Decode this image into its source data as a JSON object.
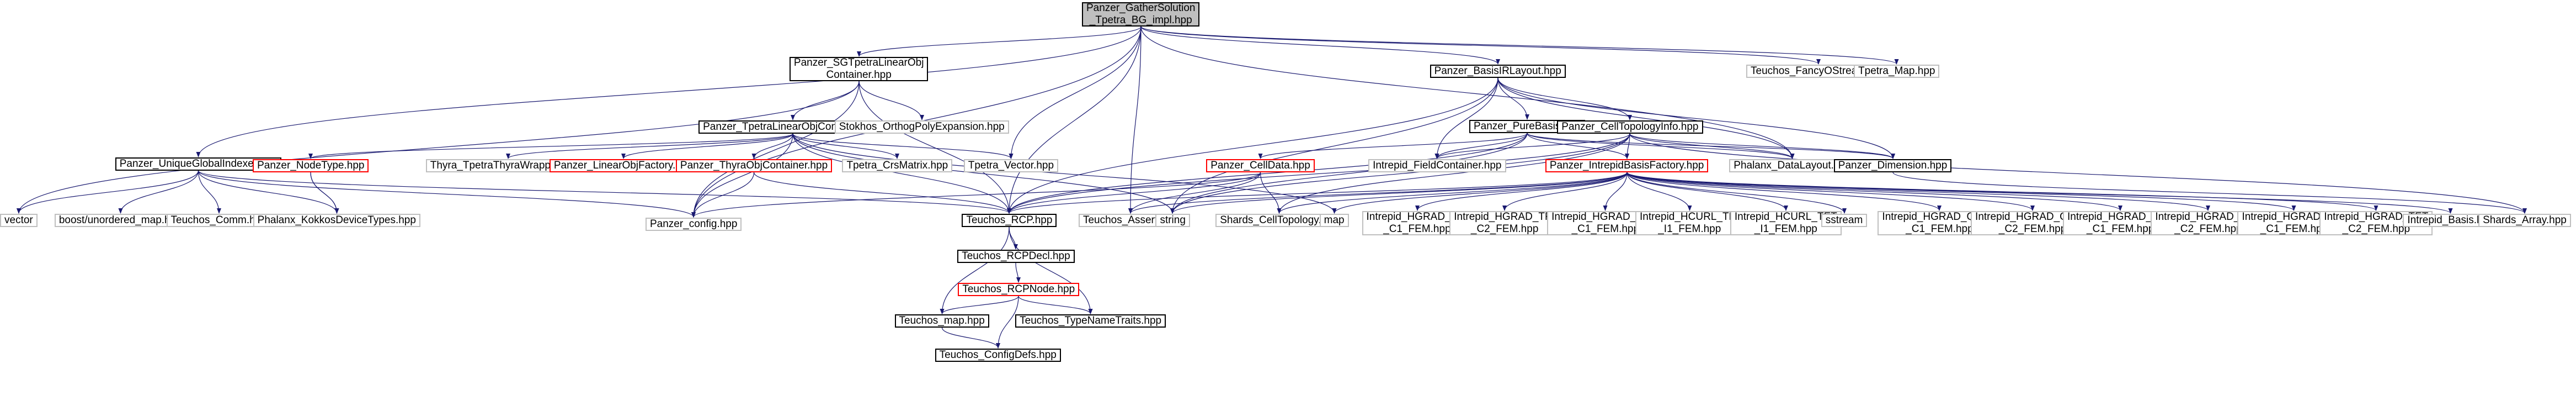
{
  "diagram": {
    "colors": {
      "edge": "#191970",
      "root_fill": "#bfbfbf",
      "documented_border": "#000000",
      "truncated_border": "#ff0000",
      "external_border": "#bfbfbf"
    },
    "nodes": [
      {
        "id": "root",
        "lines": [
          "Panzer_GatherSolution",
          "_Tpetra_BG_impl.hpp"
        ],
        "kind": "root"
      },
      {
        "id": "ugi",
        "lines": [
          "Panzer_UniqueGlobalIndexer.hpp"
        ],
        "kind": "doc"
      },
      {
        "id": "sgtlo",
        "lines": [
          "Panzer_SGTpetraLinearObj",
          "Container.hpp"
        ],
        "kind": "doc"
      },
      {
        "id": "tloc",
        "lines": [
          "Panzer_TpetraLinearObjContainer.hpp"
        ],
        "kind": "doc"
      },
      {
        "id": "basisir",
        "lines": [
          "Panzer_BasisIRLayout.hpp"
        ],
        "kind": "doc"
      },
      {
        "id": "purebasis",
        "lines": [
          "Panzer_PureBasis.hpp"
        ],
        "kind": "doc"
      },
      {
        "id": "celltop",
        "lines": [
          "Panzer_CellTopologyInfo.hpp"
        ],
        "kind": "doc"
      },
      {
        "id": "fancy",
        "lines": [
          "Teuchos_FancyOStream.hpp"
        ],
        "kind": "ext"
      },
      {
        "id": "tmap",
        "lines": [
          "Tpetra_Map.hpp"
        ],
        "kind": "ext"
      },
      {
        "id": "stokhos",
        "lines": [
          "Stokhos_OrthogPolyExpansion.hpp"
        ],
        "kind": "ext"
      },
      {
        "id": "nodetype",
        "lines": [
          "Panzer_NodeType.hpp"
        ],
        "kind": "red"
      },
      {
        "id": "thyra",
        "lines": [
          "Thyra_TpetraThyraWrappers.hpp"
        ],
        "kind": "ext"
      },
      {
        "id": "lofactory",
        "lines": [
          "Panzer_LinearObjFactory.hpp"
        ],
        "kind": "red"
      },
      {
        "id": "thyraobj",
        "lines": [
          "Panzer_ThyraObjContainer.hpp"
        ],
        "kind": "red"
      },
      {
        "id": "crsmatrix",
        "lines": [
          "Tpetra_CrsMatrix.hpp"
        ],
        "kind": "ext"
      },
      {
        "id": "tvector",
        "lines": [
          "Tpetra_Vector.hpp"
        ],
        "kind": "ext"
      },
      {
        "id": "celldata",
        "lines": [
          "Panzer_CellData.hpp"
        ],
        "kind": "red"
      },
      {
        "id": "fieldcont",
        "lines": [
          "Intrepid_FieldContainer.hpp"
        ],
        "kind": "ext"
      },
      {
        "id": "intrfactory",
        "lines": [
          "Panzer_IntrepidBasisFactory.hpp"
        ],
        "kind": "red"
      },
      {
        "id": "phxlayout",
        "lines": [
          "Phalanx_DataLayout.hpp"
        ],
        "kind": "ext"
      },
      {
        "id": "dimension",
        "lines": [
          "Panzer_Dimension.hpp"
        ],
        "kind": "doc"
      },
      {
        "id": "vector",
        "lines": [
          "vector"
        ],
        "kind": "ext"
      },
      {
        "id": "boostmap",
        "lines": [
          "boost/unordered_map.hpp"
        ],
        "kind": "ext"
      },
      {
        "id": "comm",
        "lines": [
          "Teuchos_Comm.hpp"
        ],
        "kind": "ext"
      },
      {
        "id": "kokkos",
        "lines": [
          "Phalanx_KokkosDeviceTypes.hpp"
        ],
        "kind": "ext"
      },
      {
        "id": "config",
        "lines": [
          "Panzer_config.hpp"
        ],
        "kind": "ext"
      },
      {
        "id": "rcp",
        "lines": [
          "Teuchos_RCP.hpp"
        ],
        "kind": "doc"
      },
      {
        "id": "assert",
        "lines": [
          "Teuchos_Assert.hpp"
        ],
        "kind": "ext"
      },
      {
        "id": "string",
        "lines": [
          "string"
        ],
        "kind": "ext"
      },
      {
        "id": "shardstop",
        "lines": [
          "Shards_CellTopology.hpp"
        ],
        "kind": "ext"
      },
      {
        "id": "map",
        "lines": [
          "map"
        ],
        "kind": "ext"
      },
      {
        "id": "tric1",
        "lines": [
          "Intrepid_HGRAD_TRI",
          "_C1_FEM.hpp"
        ],
        "kind": "ext"
      },
      {
        "id": "tric2",
        "lines": [
          "Intrepid_HGRAD_TRI",
          "_C2_FEM.hpp"
        ],
        "kind": "ext"
      },
      {
        "id": "linec1",
        "lines": [
          "Intrepid_HGRAD_LINE",
          "_C1_FEM.hpp"
        ],
        "kind": "ext"
      },
      {
        "id": "curltri",
        "lines": [
          "Intrepid_HCURL_TRI",
          "_I1_FEM.hpp"
        ],
        "kind": "ext"
      },
      {
        "id": "curltet",
        "lines": [
          "Intrepid_HCURL_TET",
          "_I1_FEM.hpp"
        ],
        "kind": "ext"
      },
      {
        "id": "sstream",
        "lines": [
          "sstream"
        ],
        "kind": "ext"
      },
      {
        "id": "quadc1",
        "lines": [
          "Intrepid_HGRAD_QUAD",
          "_C1_FEM.hpp"
        ],
        "kind": "ext"
      },
      {
        "id": "quadc2",
        "lines": [
          "Intrepid_HGRAD_QUAD",
          "_C2_FEM.hpp"
        ],
        "kind": "ext"
      },
      {
        "id": "hexc1",
        "lines": [
          "Intrepid_HGRAD_HEX",
          "_C1_FEM.hpp"
        ],
        "kind": "ext"
      },
      {
        "id": "hexc2",
        "lines": [
          "Intrepid_HGRAD_HEX",
          "_C2_FEM.hpp"
        ],
        "kind": "ext"
      },
      {
        "id": "tetc1",
        "lines": [
          "Intrepid_HGRAD_TET",
          "_C1_FEM.hpp"
        ],
        "kind": "ext"
      },
      {
        "id": "tetc2",
        "lines": [
          "Intrepid_HGRAD_TET",
          "_C2_FEM.hpp"
        ],
        "kind": "ext"
      },
      {
        "id": "intrbasis",
        "lines": [
          "Intrepid_Basis.hpp"
        ],
        "kind": "ext"
      },
      {
        "id": "shardsarray",
        "lines": [
          "Shards_Array.hpp"
        ],
        "kind": "ext"
      },
      {
        "id": "rcpdecl",
        "lines": [
          "Teuchos_RCPDecl.hpp"
        ],
        "kind": "doc"
      },
      {
        "id": "rcpnode",
        "lines": [
          "Teuchos_RCPNode.hpp"
        ],
        "kind": "red"
      },
      {
        "id": "tmaphpp",
        "lines": [
          "Teuchos_map.hpp"
        ],
        "kind": "doc"
      },
      {
        "id": "typename",
        "lines": [
          "Teuchos_TypeNameTraits.hpp"
        ],
        "kind": "doc"
      },
      {
        "id": "configdefs",
        "lines": [
          "Teuchos_ConfigDefs.hpp"
        ],
        "kind": "doc"
      }
    ],
    "edges": [
      [
        "root",
        "ugi"
      ],
      [
        "root",
        "sgtlo"
      ],
      [
        "root",
        "basisir"
      ],
      [
        "root",
        "fancy"
      ],
      [
        "root",
        "tmap"
      ],
      [
        "root",
        "tvector"
      ],
      [
        "root",
        "config"
      ],
      [
        "root",
        "rcp"
      ],
      [
        "root",
        "assert"
      ],
      [
        "root",
        "phxlayout"
      ],
      [
        "ugi",
        "vector"
      ],
      [
        "ugi",
        "boostmap"
      ],
      [
        "ugi",
        "comm"
      ],
      [
        "ugi",
        "kokkos"
      ],
      [
        "ugi",
        "rcp"
      ],
      [
        "ugi",
        "config"
      ],
      [
        "sgtlo",
        "tloc"
      ],
      [
        "sgtlo",
        "stokhos"
      ],
      [
        "sgtlo",
        "vector"
      ],
      [
        "sgtlo",
        "rcp"
      ],
      [
        "sgtlo",
        "config"
      ],
      [
        "tloc",
        "nodetype"
      ],
      [
        "tloc",
        "thyra"
      ],
      [
        "tloc",
        "lofactory"
      ],
      [
        "tloc",
        "thyraobj"
      ],
      [
        "tloc",
        "crsmatrix"
      ],
      [
        "tloc",
        "tvector"
      ],
      [
        "tloc",
        "config"
      ],
      [
        "tloc",
        "rcp"
      ],
      [
        "tloc",
        "map"
      ],
      [
        "tloc",
        "string"
      ],
      [
        "nodetype",
        "kokkos"
      ],
      [
        "nodetype",
        "kokkos"
      ],
      [
        "thyraobj",
        "config"
      ],
      [
        "thyraobj",
        "rcp"
      ],
      [
        "basisir",
        "purebasis"
      ],
      [
        "basisir",
        "celltop"
      ],
      [
        "basisir",
        "phxlayout"
      ],
      [
        "basisir",
        "dimension"
      ],
      [
        "basisir",
        "rcp"
      ],
      [
        "basisir",
        "fieldcont"
      ],
      [
        "basisir",
        "string"
      ],
      [
        "purebasis",
        "celldata"
      ],
      [
        "purebasis",
        "fieldcont"
      ],
      [
        "purebasis",
        "intrfactory"
      ],
      [
        "purebasis",
        "phxlayout"
      ],
      [
        "purebasis",
        "rcp"
      ],
      [
        "purebasis",
        "string"
      ],
      [
        "purebasis",
        "dimension"
      ],
      [
        "celltop",
        "fieldcont"
      ],
      [
        "celltop",
        "intrfactory"
      ],
      [
        "celltop",
        "phxlayout"
      ],
      [
        "celltop",
        "dimension"
      ],
      [
        "celltop",
        "shardstop"
      ],
      [
        "celltop",
        "rcp"
      ],
      [
        "celltop",
        "string"
      ],
      [
        "celltop",
        "shardsarray"
      ],
      [
        "celldata",
        "shardstop"
      ],
      [
        "celldata",
        "rcp"
      ],
      [
        "celldata",
        "assert"
      ],
      [
        "celldata",
        "config"
      ],
      [
        "intrfactory",
        "tric1"
      ],
      [
        "intrfactory",
        "tric2"
      ],
      [
        "intrfactory",
        "linec1"
      ],
      [
        "intrfactory",
        "curltri"
      ],
      [
        "intrfactory",
        "curltet"
      ],
      [
        "intrfactory",
        "sstream"
      ],
      [
        "intrfactory",
        "quadc1"
      ],
      [
        "intrfactory",
        "quadc2"
      ],
      [
        "intrfactory",
        "hexc1"
      ],
      [
        "intrfactory",
        "hexc2"
      ],
      [
        "intrfactory",
        "tetc1"
      ],
      [
        "intrfactory",
        "tetc2"
      ],
      [
        "intrfactory",
        "intrbasis"
      ],
      [
        "intrfactory",
        "string"
      ],
      [
        "intrfactory",
        "map"
      ],
      [
        "intrfactory",
        "rcp"
      ],
      [
        "intrfactory",
        "assert"
      ],
      [
        "intrfactory",
        "shardstop"
      ],
      [
        "dimension",
        "shardsarray"
      ],
      [
        "rcp",
        "rcpdecl"
      ],
      [
        "rcp",
        "tmaphpp"
      ],
      [
        "rcp",
        "typename"
      ],
      [
        "rcpdecl",
        "rcpnode"
      ],
      [
        "rcpnode",
        "tmaphpp"
      ],
      [
        "rcpnode",
        "typename"
      ],
      [
        "rcpnode",
        "configdefs"
      ],
      [
        "tmaphpp",
        "configdefs"
      ]
    ]
  }
}
